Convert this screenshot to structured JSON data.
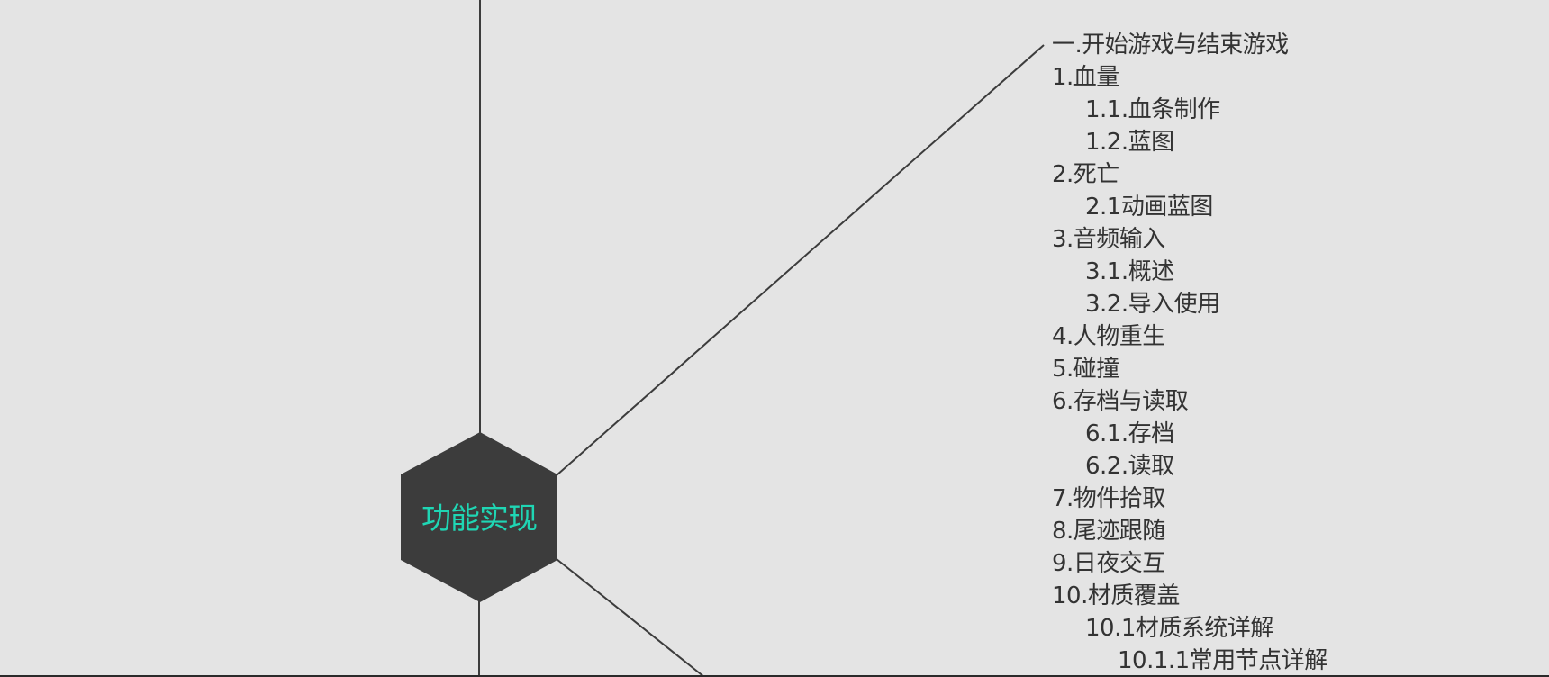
{
  "colors": {
    "background": "#e4e4e4",
    "hex_fill": "#3c3c3c",
    "hex_text": "#1fd6b4",
    "connector": "#3c3c3c",
    "outline_text": "#333333"
  },
  "central_node": {
    "label": "功能实现",
    "shape": "hexagon"
  },
  "outline": {
    "items": [
      {
        "label": "一.开始游戏与结束游戏",
        "level": 1
      },
      {
        "label": "1.血量",
        "level": 1
      },
      {
        "label": "1.1.血条制作",
        "level": 2
      },
      {
        "label": "1.2.蓝图",
        "level": 2
      },
      {
        "label": "2.死亡",
        "level": 1
      },
      {
        "label": "2.1动画蓝图",
        "level": 2
      },
      {
        "label": "3.音频输入",
        "level": 1
      },
      {
        "label": "3.1.概述",
        "level": 2
      },
      {
        "label": "3.2.导入使用",
        "level": 2
      },
      {
        "label": "4.人物重生",
        "level": 1
      },
      {
        "label": "5.碰撞",
        "level": 1
      },
      {
        "label": "6.存档与读取",
        "level": 1
      },
      {
        "label": "6.1.存档",
        "level": 2
      },
      {
        "label": "6.2.读取",
        "level": 2
      },
      {
        "label": "7.物件拾取",
        "level": 1
      },
      {
        "label": "8.尾迹跟随",
        "level": 1
      },
      {
        "label": "9.日夜交互",
        "level": 1
      },
      {
        "label": "10.材质覆盖",
        "level": 1
      },
      {
        "label": "10.1材质系统详解",
        "level": 2
      },
      {
        "label": "10.1.1常用节点详解",
        "level": 3
      }
    ]
  }
}
